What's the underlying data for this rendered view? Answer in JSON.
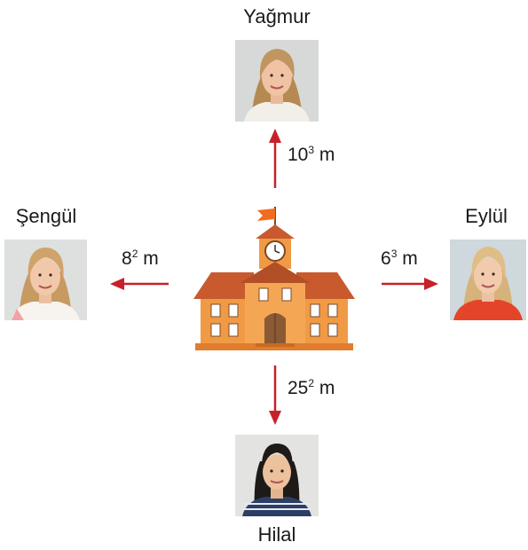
{
  "people": {
    "top": {
      "name": "Yağmur"
    },
    "left": {
      "name": "Şengül"
    },
    "right": {
      "name": "Eylül"
    },
    "bottom": {
      "name": "Hilal"
    }
  },
  "distances": {
    "top": {
      "base": "10",
      "exp": "3",
      "unit": "m"
    },
    "left": {
      "base": "8",
      "exp": "2",
      "unit": "m"
    },
    "right": {
      "base": "6",
      "exp": "3",
      "unit": "m"
    },
    "bottom": {
      "base": "25",
      "exp": "2",
      "unit": "m"
    }
  },
  "colors": {
    "arrow": "#c8202a",
    "school_wall": "#f19a45",
    "school_roof": "#c85a2e",
    "flag": "#f26b21"
  },
  "icons": {
    "center": "school-icon",
    "portraits": "person-photo"
  }
}
